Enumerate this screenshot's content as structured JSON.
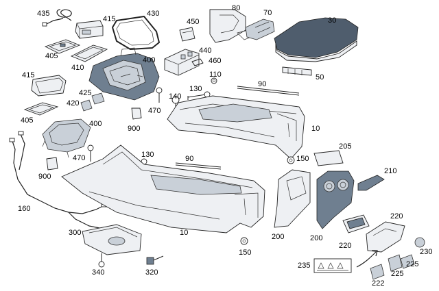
{
  "diagram": {
    "labels": [
      {
        "id": "435",
        "text": "435"
      },
      {
        "id": "415a",
        "text": "415"
      },
      {
        "id": "430",
        "text": "430"
      },
      {
        "id": "450",
        "text": "450"
      },
      {
        "id": "80",
        "text": "80"
      },
      {
        "id": "70",
        "text": "70"
      },
      {
        "id": "30",
        "text": "30"
      },
      {
        "id": "405a",
        "text": "405"
      },
      {
        "id": "410",
        "text": "410"
      },
      {
        "id": "400a",
        "text": "400"
      },
      {
        "id": "440",
        "text": "440"
      },
      {
        "id": "460",
        "text": "460"
      },
      {
        "id": "110",
        "text": "110"
      },
      {
        "id": "50",
        "text": "50"
      },
      {
        "id": "415b",
        "text": "415"
      },
      {
        "id": "425",
        "text": "425"
      },
      {
        "id": "130a",
        "text": "130"
      },
      {
        "id": "90a",
        "text": "90"
      },
      {
        "id": "140",
        "text": "140"
      },
      {
        "id": "420",
        "text": "420"
      },
      {
        "id": "470a",
        "text": "470"
      },
      {
        "id": "405b",
        "text": "405"
      },
      {
        "id": "900a",
        "text": "900"
      },
      {
        "id": "400b",
        "text": "400"
      },
      {
        "id": "10a",
        "text": "10"
      },
      {
        "id": "205",
        "text": "205"
      },
      {
        "id": "470b",
        "text": "470"
      },
      {
        "id": "130b",
        "text": "130"
      },
      {
        "id": "90b",
        "text": "90"
      },
      {
        "id": "150a",
        "text": "150"
      },
      {
        "id": "900b",
        "text": "900"
      },
      {
        "id": "210",
        "text": "210"
      },
      {
        "id": "160",
        "text": "160"
      },
      {
        "id": "220a",
        "text": "220"
      },
      {
        "id": "300",
        "text": "300"
      },
      {
        "id": "10b",
        "text": "10"
      },
      {
        "id": "200a",
        "text": "200"
      },
      {
        "id": "200b",
        "text": "200"
      },
      {
        "id": "220b",
        "text": "220"
      },
      {
        "id": "150b",
        "text": "150"
      },
      {
        "id": "230",
        "text": "230"
      },
      {
        "id": "235",
        "text": "235"
      },
      {
        "id": "225a",
        "text": "225"
      },
      {
        "id": "340",
        "text": "340"
      },
      {
        "id": "320",
        "text": "320"
      },
      {
        "id": "225b",
        "text": "225"
      },
      {
        "id": "222",
        "text": "222"
      }
    ]
  }
}
